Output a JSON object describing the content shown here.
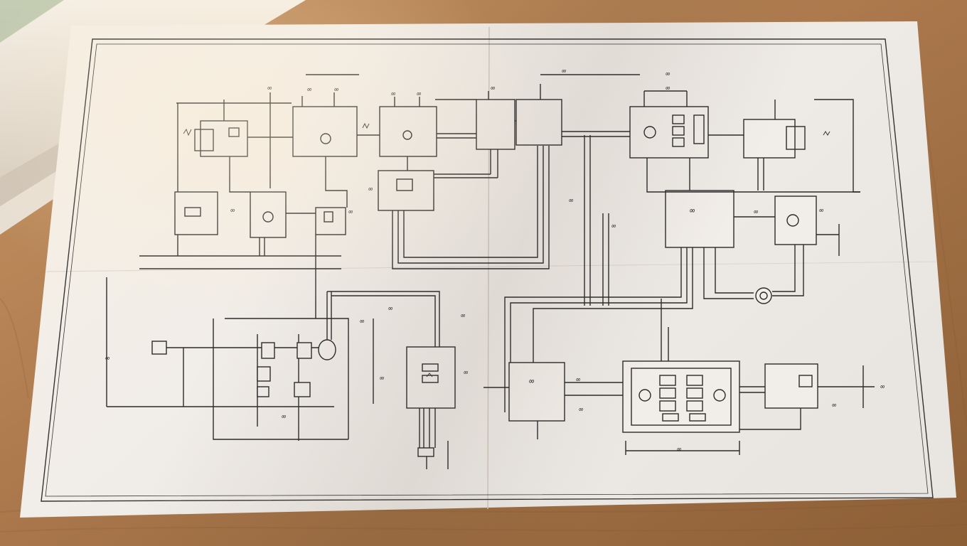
{
  "colors": {
    "wood": "#a8764a",
    "paper": "#f3efe9",
    "ink": "#2b2b2b"
  },
  "labels": [
    {
      "id": "lbl-1",
      "text": "∞"
    },
    {
      "id": "lbl-2",
      "text": "∞"
    },
    {
      "id": "lbl-3",
      "text": "∞"
    },
    {
      "id": "lbl-4",
      "text": "∞"
    },
    {
      "id": "lbl-5",
      "text": "∞"
    },
    {
      "id": "lbl-6",
      "text": "∞"
    },
    {
      "id": "lbl-7",
      "text": "∞"
    },
    {
      "id": "lbl-8",
      "text": "∞"
    },
    {
      "id": "lbl-9",
      "text": "∞"
    },
    {
      "id": "lbl-10",
      "text": "∞"
    },
    {
      "id": "lbl-11",
      "text": "∞"
    },
    {
      "id": "lbl-12",
      "text": "∞"
    },
    {
      "id": "lbl-13",
      "text": "∞"
    },
    {
      "id": "lbl-14",
      "text": "∞"
    },
    {
      "id": "lbl-15",
      "text": "∞"
    },
    {
      "id": "lbl-16",
      "text": "∞"
    },
    {
      "id": "lbl-17",
      "text": "∞"
    },
    {
      "id": "lbl-18",
      "text": "∞"
    },
    {
      "id": "lbl-19",
      "text": "∞"
    },
    {
      "id": "lbl-20",
      "text": "∞"
    },
    {
      "id": "lbl-21",
      "text": "∞"
    },
    {
      "id": "lbl-22",
      "text": "∞"
    },
    {
      "id": "lbl-23",
      "text": "∞"
    },
    {
      "id": "lbl-24",
      "text": "∞"
    },
    {
      "id": "lbl-25",
      "text": "∞"
    },
    {
      "id": "lbl-26",
      "text": "∞"
    },
    {
      "id": "lbl-27",
      "text": "∞"
    },
    {
      "id": "lbl-28",
      "text": "∞"
    },
    {
      "id": "lbl-29",
      "text": "∞"
    },
    {
      "id": "lbl-30",
      "text": "∞"
    }
  ]
}
